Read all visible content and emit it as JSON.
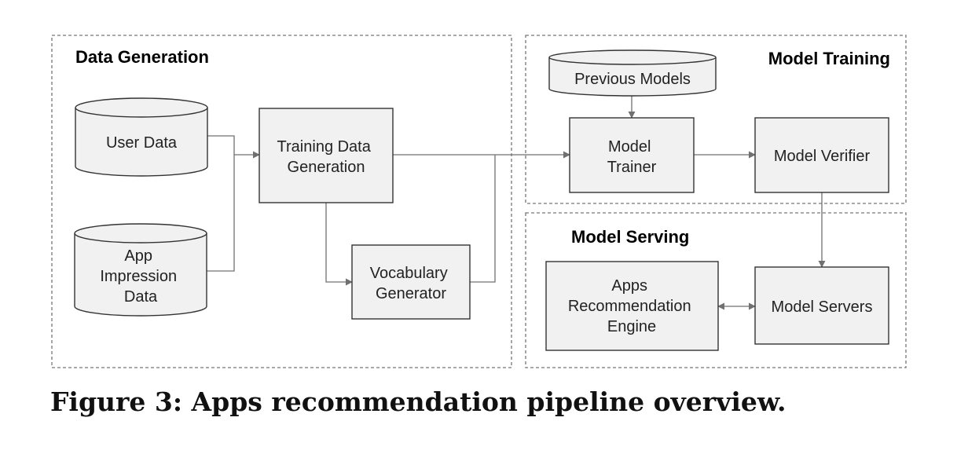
{
  "groups": {
    "data_generation": "Data Generation",
    "model_training": "Model Training",
    "model_serving": "Model Serving"
  },
  "nodes": {
    "user_data": [
      "User Data"
    ],
    "app_impression_data": [
      "App",
      "Impression",
      "Data"
    ],
    "training_data_generation": [
      "Training Data",
      "Generation"
    ],
    "vocabulary_generator": [
      "Vocabulary",
      "Generator"
    ],
    "previous_models": [
      "Previous Models"
    ],
    "model_trainer": [
      "Model",
      "Trainer"
    ],
    "model_verifier": [
      "Model Verifier"
    ],
    "apps_recommendation_engine": [
      "Apps",
      "Recommendation",
      "Engine"
    ],
    "model_servers": [
      "Model Servers"
    ]
  },
  "caption": "Figure 3: Apps recommendation pipeline overview.",
  "colors": {
    "node_fill": "#f1f1f1",
    "node_stroke": "#333333",
    "connector": "#707070",
    "group_border": "#777777"
  }
}
